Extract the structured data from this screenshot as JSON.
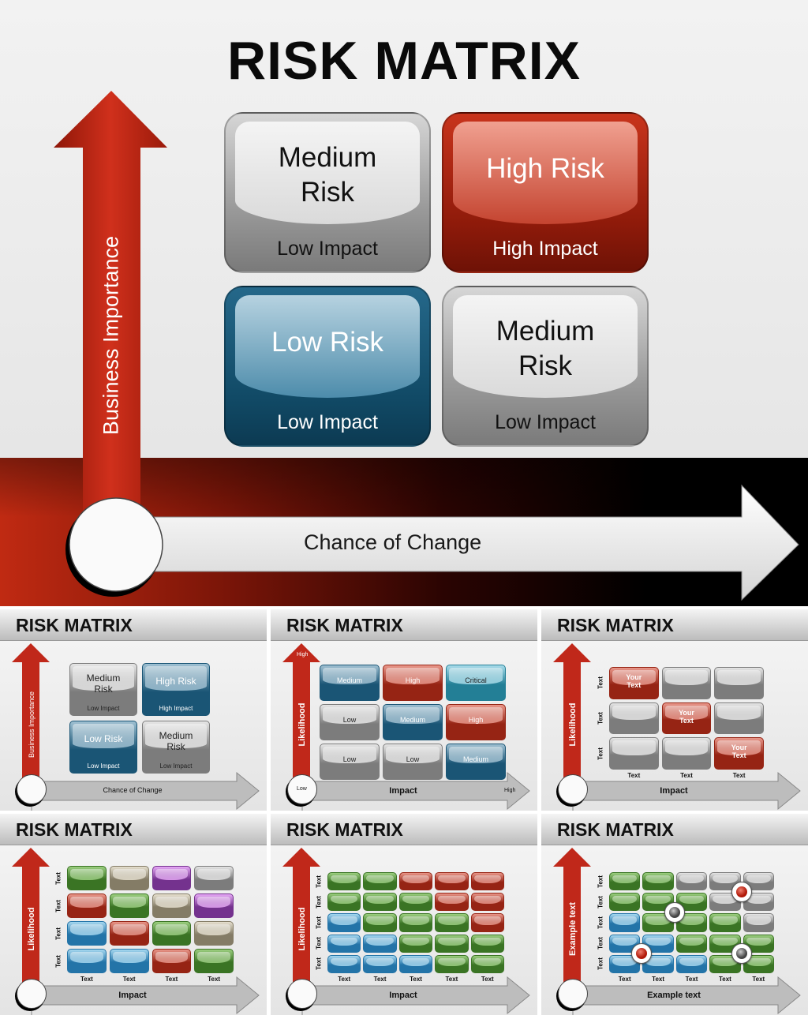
{
  "main": {
    "title": "RISK MATRIX",
    "y_axis_label": "Business Importance",
    "x_axis_label": "Chance of Change",
    "quadrants": [
      {
        "title": "Medium Risk",
        "subtitle": "Low Impact",
        "color": "gray"
      },
      {
        "title": "High Risk",
        "subtitle": "High Impact",
        "color": "red"
      },
      {
        "title": "Low Risk",
        "subtitle": "Low Impact",
        "color": "blue"
      },
      {
        "title": "Medium Risk",
        "subtitle": "Low Impact",
        "color": "gray"
      }
    ]
  },
  "colors": {
    "gray": [
      "#e6e6e6",
      "#7c7c7c"
    ],
    "navy": [
      "#9fc0d2",
      "#1a5575"
    ],
    "red": [
      "#e9978a",
      "#962414"
    ],
    "teal": [
      "#a8dcea",
      "#237f96"
    ],
    "green": [
      "#9ccf80",
      "#3a7424"
    ],
    "blue": [
      "#a6d8f0",
      "#2374a8"
    ],
    "beige": [
      "#e6e0cf",
      "#847c66"
    ],
    "purple": [
      "#e6a8f6",
      "#74328e"
    ],
    "axis_red": "#c0281a"
  },
  "thumbnails": [
    {
      "title": "RISK MATRIX",
      "y_label": "Business Importance",
      "x_label": "Chance of Change",
      "cells": [
        [
          {
            "color": "gray",
            "text": "Medium Risk",
            "sub": "Low Impact"
          },
          {
            "color": "navy",
            "text": "High Risk",
            "sub": "High Impact"
          }
        ],
        [
          {
            "color": "navy",
            "text": "Low Risk",
            "sub": "Low Impact"
          },
          {
            "color": "gray",
            "text": "Medium Risk",
            "sub": "Low Impact"
          }
        ]
      ]
    },
    {
      "title": "RISK MATRIX",
      "y_label": "Likelihood",
      "x_label": "Impact",
      "y_top_label": "High",
      "origin_label": "Low",
      "x_end_label": "High",
      "cells": [
        [
          {
            "color": "navy",
            "text": "Medium"
          },
          {
            "color": "red",
            "text": "High"
          },
          {
            "color": "teal",
            "text": "Critical"
          }
        ],
        [
          {
            "color": "gray",
            "text": "Low"
          },
          {
            "color": "navy",
            "text": "Medium"
          },
          {
            "color": "red",
            "text": "High"
          }
        ],
        [
          {
            "color": "gray",
            "text": "Low"
          },
          {
            "color": "gray",
            "text": "Low"
          },
          {
            "color": "navy",
            "text": "Medium"
          }
        ]
      ]
    },
    {
      "title": "RISK MATRIX",
      "y_label": "Likelihood",
      "x_label": "Impact",
      "row_labels": [
        "Text",
        "Text",
        "Text"
      ],
      "col_labels": [
        "Text",
        "Text",
        "Text"
      ],
      "cells": [
        [
          {
            "color": "red",
            "text": "Your Text"
          },
          {
            "color": "gray"
          },
          {
            "color": "gray"
          }
        ],
        [
          {
            "color": "gray"
          },
          {
            "color": "red",
            "text": "Your Text"
          },
          {
            "color": "gray"
          }
        ],
        [
          {
            "color": "gray"
          },
          {
            "color": "gray"
          },
          {
            "color": "red",
            "text": "Your Text"
          }
        ]
      ]
    },
    {
      "title": "RISK MATRIX",
      "y_label": "Likelihood",
      "x_label": "Impact",
      "row_labels": [
        "Text",
        "Text",
        "Text",
        "Text"
      ],
      "col_labels": [
        "Text",
        "Text",
        "Text",
        "Text"
      ],
      "cells": [
        [
          {
            "color": "green"
          },
          {
            "color": "beige"
          },
          {
            "color": "purple"
          },
          {
            "color": "gray"
          }
        ],
        [
          {
            "color": "red"
          },
          {
            "color": "green"
          },
          {
            "color": "beige"
          },
          {
            "color": "purple"
          }
        ],
        [
          {
            "color": "blue"
          },
          {
            "color": "red"
          },
          {
            "color": "green"
          },
          {
            "color": "beige"
          }
        ],
        [
          {
            "color": "blue"
          },
          {
            "color": "blue"
          },
          {
            "color": "red"
          },
          {
            "color": "green"
          }
        ]
      ]
    },
    {
      "title": "RISK MATRIX",
      "y_label": "Likelihood",
      "x_label": "Impact",
      "row_labels": [
        "Text",
        "Text",
        "Text",
        "Text",
        "Text"
      ],
      "col_labels": [
        "Text",
        "Text",
        "Text",
        "Text",
        "Text"
      ],
      "cells": [
        [
          {
            "color": "green"
          },
          {
            "color": "green"
          },
          {
            "color": "red"
          },
          {
            "color": "red"
          },
          {
            "color": "red"
          }
        ],
        [
          {
            "color": "green"
          },
          {
            "color": "green"
          },
          {
            "color": "green"
          },
          {
            "color": "red"
          },
          {
            "color": "red"
          }
        ],
        [
          {
            "color": "blue"
          },
          {
            "color": "green"
          },
          {
            "color": "green"
          },
          {
            "color": "green"
          },
          {
            "color": "red"
          }
        ],
        [
          {
            "color": "blue"
          },
          {
            "color": "blue"
          },
          {
            "color": "green"
          },
          {
            "color": "green"
          },
          {
            "color": "green"
          }
        ],
        [
          {
            "color": "blue"
          },
          {
            "color": "blue"
          },
          {
            "color": "blue"
          },
          {
            "color": "green"
          },
          {
            "color": "green"
          }
        ]
      ]
    },
    {
      "title": "RISK MATRIX",
      "y_label": "Example text",
      "x_label": "Example  text",
      "row_labels": [
        "Text",
        "Text",
        "Text",
        "Text",
        "Text"
      ],
      "col_labels": [
        "Text",
        "Text",
        "Text",
        "Text",
        "Text"
      ],
      "cells": [
        [
          {
            "color": "green"
          },
          {
            "color": "green"
          },
          {
            "color": "gray"
          },
          {
            "color": "gray"
          },
          {
            "color": "gray"
          }
        ],
        [
          {
            "color": "green"
          },
          {
            "color": "green"
          },
          {
            "color": "green"
          },
          {
            "color": "gray"
          },
          {
            "color": "gray"
          }
        ],
        [
          {
            "color": "blue"
          },
          {
            "color": "green"
          },
          {
            "color": "green"
          },
          {
            "color": "green"
          },
          {
            "color": "gray"
          }
        ],
        [
          {
            "color": "blue"
          },
          {
            "color": "blue"
          },
          {
            "color": "green"
          },
          {
            "color": "green"
          },
          {
            "color": "green"
          }
        ],
        [
          {
            "color": "blue"
          },
          {
            "color": "blue"
          },
          {
            "color": "blue"
          },
          {
            "color": "green"
          },
          {
            "color": "green"
          }
        ]
      ],
      "markers": [
        {
          "row_boundary": 1,
          "col_boundary": 4,
          "color": "red"
        },
        {
          "row_boundary": 2,
          "col_boundary": 2,
          "color": "gray"
        },
        {
          "row_boundary": 4,
          "col_boundary": 1,
          "color": "red"
        },
        {
          "row_boundary": 4,
          "col_boundary": 4,
          "color": "gray"
        }
      ]
    }
  ]
}
